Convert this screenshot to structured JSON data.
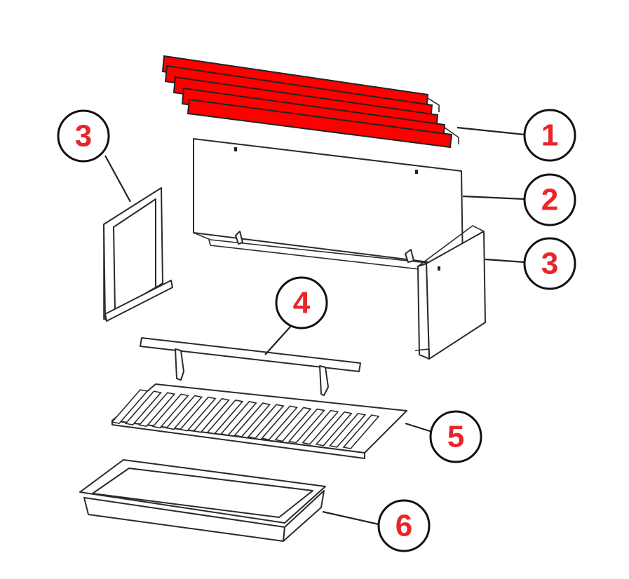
{
  "colors": {
    "highlight": "#ff0000",
    "callout_text": "#e8262a",
    "line": "#222222"
  },
  "callouts": [
    {
      "label": "1",
      "part": "highlighted-baffle-bars"
    },
    {
      "label": "2",
      "part": "back-panel"
    },
    {
      "label": "3",
      "part": "left-side-panel"
    },
    {
      "label": "3",
      "part": "right-side-panel"
    },
    {
      "label": "4",
      "part": "front-bar-with-legs"
    },
    {
      "label": "5",
      "part": "grate"
    },
    {
      "label": "6",
      "part": "ash-pan"
    }
  ]
}
